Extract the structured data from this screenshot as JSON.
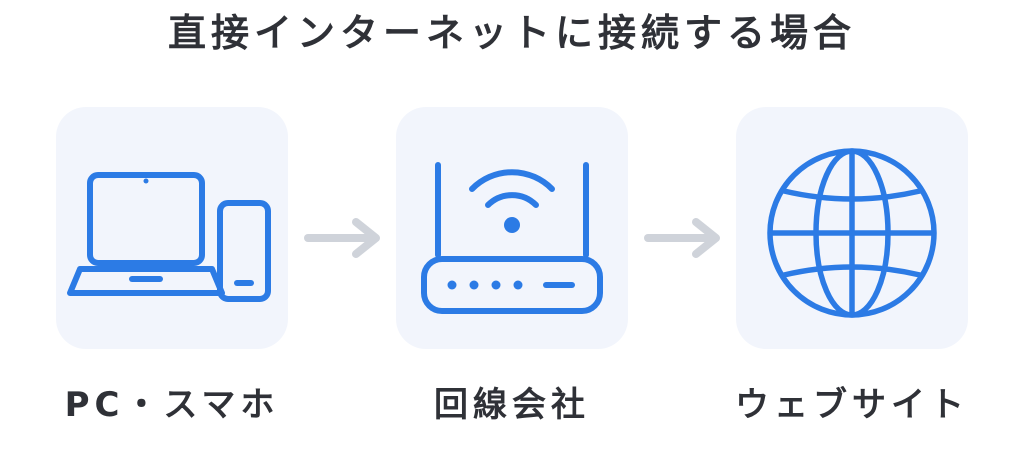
{
  "title": "直接インターネットに接続する場合",
  "steps": [
    {
      "label": "PC・スマホ",
      "icon": "laptop-smartphone-icon"
    },
    {
      "label": "回線会社",
      "icon": "wifi-router-icon"
    },
    {
      "label": "ウェブサイト",
      "icon": "globe-icon"
    }
  ],
  "colors": {
    "icon": "#2c7be5",
    "card_bg": "#f2f5fc",
    "arrow": "#cfd3da",
    "text": "#2f3137"
  }
}
